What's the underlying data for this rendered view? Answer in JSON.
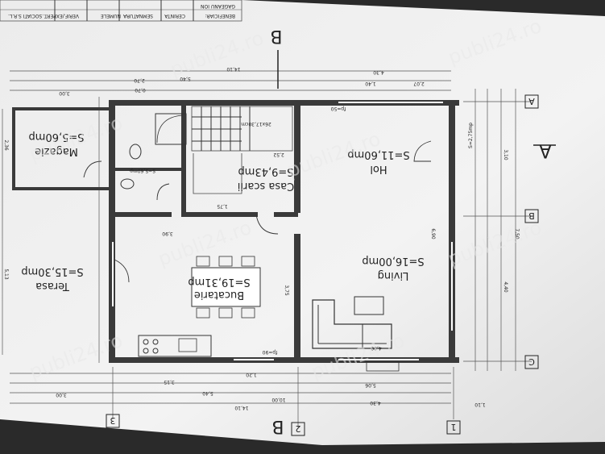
{
  "title_block": {
    "beneficiar": "BENEFICIAR:",
    "owner": "GAGEANU ION",
    "cerinta": "CERINTA",
    "semnatura": "SEMNATURA",
    "numele": "NUMELE",
    "verif": "VERIF./EXPERT",
    "company": "...SOCIATI S.R.L."
  },
  "rooms": {
    "magazie": {
      "name": "Magazie",
      "area": "S=5,60mp"
    },
    "terasa": {
      "name": "Terasa",
      "area": "S=15,30mp"
    },
    "bucatarie": {
      "name": "Bucatarie",
      "area": "S=19,31mp"
    },
    "casa_scarii": {
      "name": "Casa scarii",
      "area": "S=9,43mp"
    },
    "hol": {
      "name": "Hol",
      "area": "S=11,60mp"
    },
    "living": {
      "name": "Living",
      "area": "S=16,00mp"
    },
    "gs": {
      "area": "S=5,60mp"
    },
    "acces": {
      "area": "S=2,75mp"
    }
  },
  "dimensions": {
    "total_top": "14,10",
    "d540_top": "5,40",
    "d430_top": "4,30",
    "d300_top": "3,00",
    "d207_top": "2,07",
    "d140_top": "1,40",
    "d070_top": "0,70",
    "d270_top": "2,70",
    "total_bottom": "14,10",
    "d540_bottom": "5,40",
    "d430_bottom": "4,30",
    "d300_bottom": "3,00",
    "d1000_bottom": "10,00",
    "d506_bottom": "5,06",
    "d315_bottom": "3,15",
    "d120_bottom": "1,20",
    "d110_bottom": "1,10",
    "d310_right": "3,10",
    "d750_right": "7,50",
    "d440_right": "4,40",
    "d690_right": "6,90",
    "d513_left": "5,13",
    "d236_left": "2,36",
    "d390_kitchen": "3,90",
    "d175_stair": "1,75",
    "d375_living": "3,75",
    "fp50_top": "fp=50",
    "fp90_bottom": "fp=90",
    "d400_sofa": "4,00",
    "stair_note": "26x17,30cm",
    "d252_stair": "2,52"
  },
  "axis_labels": {
    "a": "A",
    "b": "B",
    "c": "C",
    "n1": "1",
    "n2": "2",
    "n3": "3"
  },
  "sections": {
    "b_top": "B",
    "b_bottom": "B",
    "a_right": "A"
  },
  "watermark": "publi24.ro"
}
